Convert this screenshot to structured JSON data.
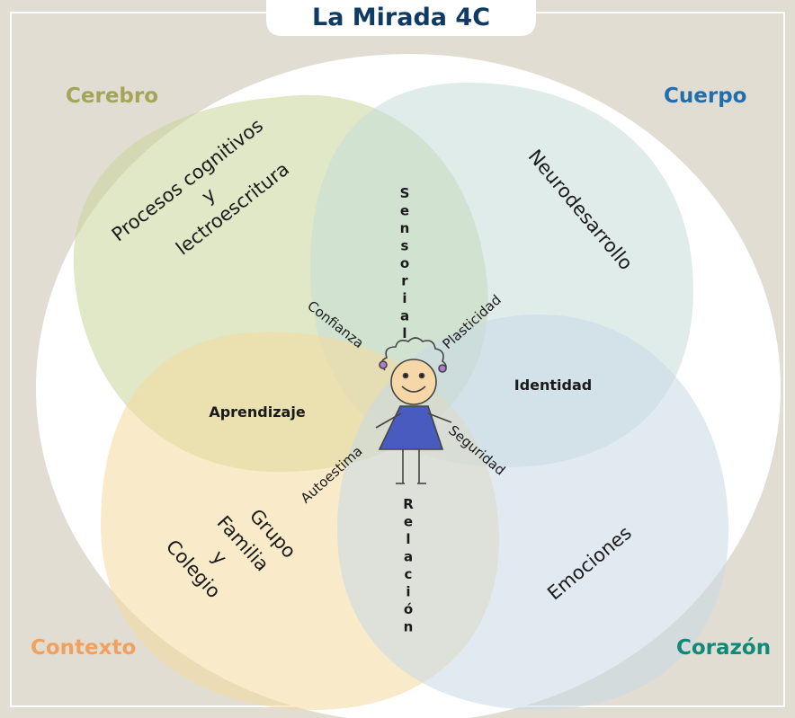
{
  "title": "La Mirada 4C",
  "corners": {
    "cerebro": "Cerebro",
    "cuerpo": "Cuerpo",
    "contexto": "Contexto",
    "corazon": "Corazón"
  },
  "colors": {
    "cerebro": "#a3a658",
    "cuerpo": "#1f6fae",
    "contexto": "#f0a05f",
    "corazon": "#0f8a78",
    "title": "#0e3a63"
  },
  "circle_labels": {
    "cerebro_l1": "Procesos cognitivos",
    "cerebro_l2": "y",
    "cerebro_l3": "lectroescritura",
    "cuerpo": "Neurodesarrollo",
    "contexto_l1": "Grupo",
    "contexto_l2": "Familia",
    "contexto_l3": "y",
    "contexto_l4": "Colegio",
    "corazon": "Emociones"
  },
  "overlaps": {
    "top": "Sensorial",
    "left": "Aprendizaje",
    "right": "Identidad",
    "bottom": "Relación"
  },
  "center_words": {
    "top_left": "Confianza",
    "top_right": "Plasticidad",
    "bottom_left": "Autoestima",
    "bottom_right": "Seguridad"
  },
  "figure_icon": "child-drawing-icon"
}
